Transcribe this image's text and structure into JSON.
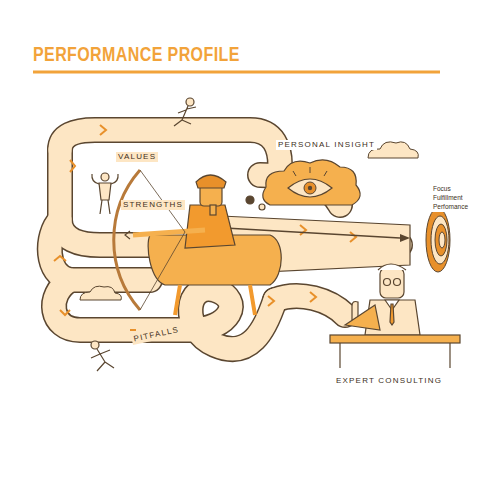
{
  "diagram": {
    "title": "PERFORMANCE PROFILE",
    "labels": [
      "VALUES",
      "STRENGTHS",
      "PERSONAL INSIGHT",
      "Focus",
      "Fulfillment",
      "Perfomance",
      "PITFALLS",
      "EXPERT CONSULTING"
    ]
  }
}
